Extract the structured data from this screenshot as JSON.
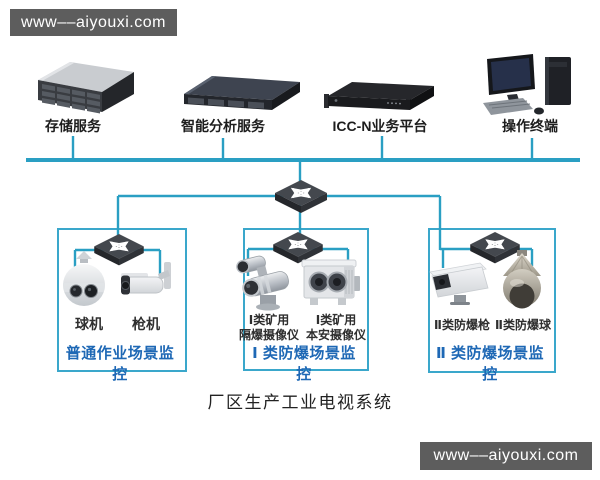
{
  "banners": {
    "top": "www––aiyouxi.com",
    "bottom": "www––aiyouxi.com"
  },
  "diagram_title": "厂区生产工业电视系统",
  "top_devices": [
    {
      "label": "存储服务",
      "icon": "storage-server-icon"
    },
    {
      "label": "智能分析服务",
      "icon": "analysis-server-icon"
    },
    {
      "label": "ICC-N业务平台",
      "icon": "icc-platform-icon"
    },
    {
      "label": "操作终端",
      "icon": "operator-terminal-icon"
    }
  ],
  "core_switch": {
    "icon": "network-switch-icon"
  },
  "groups": [
    {
      "caption": "普通作业场景监控",
      "switch_icon": "network-switch-icon",
      "devices": [
        {
          "line1": "球机",
          "icon": "ptz-dome-camera-icon"
        },
        {
          "line1": "枪机",
          "icon": "bullet-camera-icon"
        }
      ]
    },
    {
      "caption": "Ⅰ 类防爆场景监控",
      "switch_icon": "network-switch-icon",
      "devices": [
        {
          "line1": "Ⅰ类矿用",
          "line2": "隔爆摄像仪",
          "icon": "flameproof-camera-icon"
        },
        {
          "line1": "Ⅰ类矿用",
          "line2": "本安摄像仪",
          "icon": "intrinsically-safe-camera-icon"
        }
      ]
    },
    {
      "caption": "Ⅱ 类防爆场景监控",
      "switch_icon": "network-switch-icon",
      "devices": [
        {
          "line1": "Ⅱ类防爆枪",
          "icon": "explosionproof-bullet-camera-icon"
        },
        {
          "line1": "Ⅱ类防爆球",
          "icon": "explosionproof-dome-camera-icon"
        }
      ]
    }
  ],
  "colors": {
    "line": "#2a9fc3",
    "box_border": "#3aa7cb",
    "caption_blue": "#1e68b5",
    "banner_bg": "#5d5d5d",
    "banner_text": "#ffffff"
  }
}
